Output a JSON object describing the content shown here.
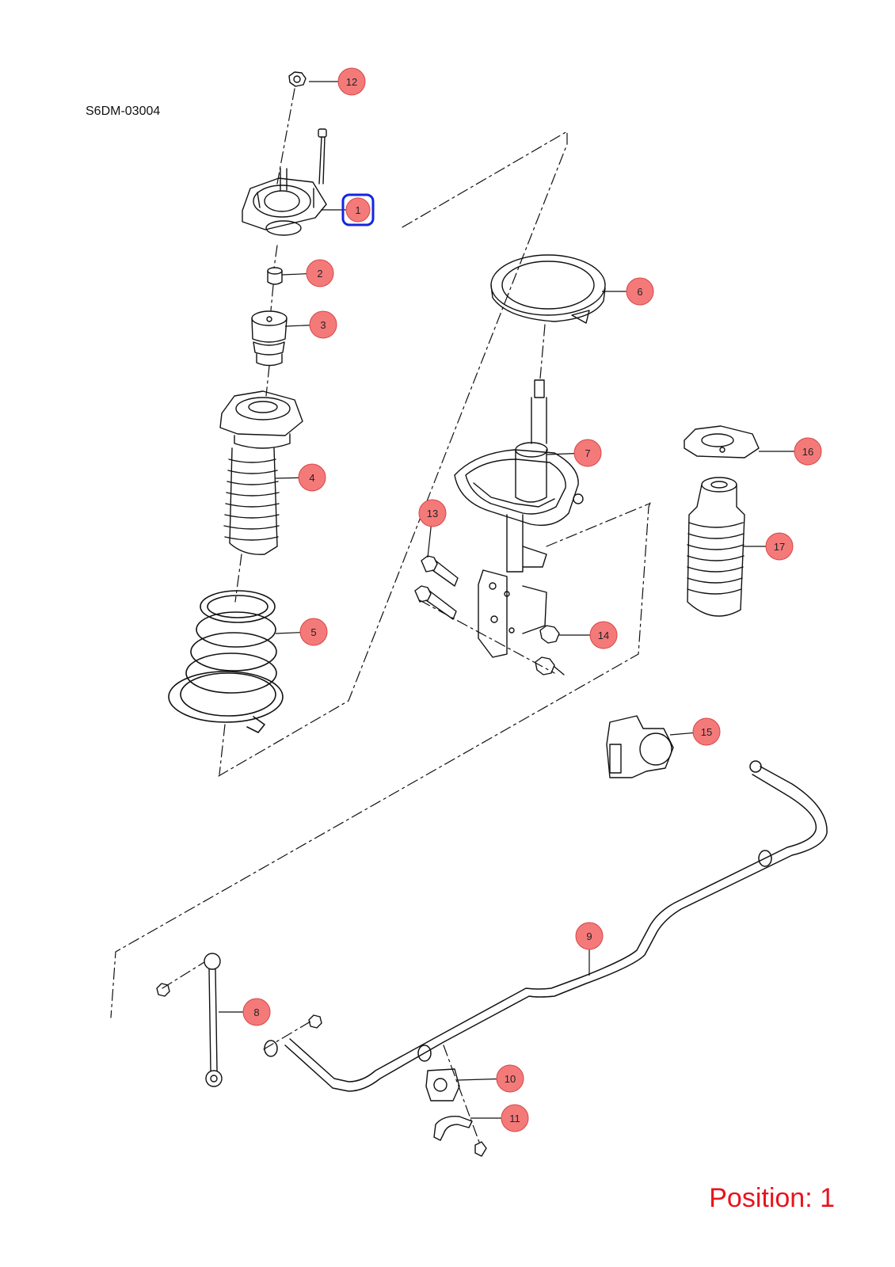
{
  "diagram_code": "S6DM-03004",
  "position": {
    "text": "Position: 1",
    "selected_part": "1"
  },
  "colors": {
    "callout_fill": "#f47a7a",
    "callout_stroke": "#d84545",
    "selected_stroke": "#1525e0",
    "line": "#111111",
    "position_text": "#e8141c"
  },
  "callouts": [
    {
      "id": "12",
      "label": "12"
    },
    {
      "id": "1",
      "label": "1"
    },
    {
      "id": "2",
      "label": "2"
    },
    {
      "id": "3",
      "label": "3"
    },
    {
      "id": "6",
      "label": "6"
    },
    {
      "id": "4",
      "label": "4"
    },
    {
      "id": "7",
      "label": "7"
    },
    {
      "id": "16",
      "label": "16"
    },
    {
      "id": "13",
      "label": "13"
    },
    {
      "id": "17",
      "label": "17"
    },
    {
      "id": "5",
      "label": "5"
    },
    {
      "id": "14",
      "label": "14"
    },
    {
      "id": "15",
      "label": "15"
    },
    {
      "id": "9",
      "label": "9"
    },
    {
      "id": "8",
      "label": "8"
    },
    {
      "id": "10",
      "label": "10"
    },
    {
      "id": "11",
      "label": "11"
    }
  ]
}
